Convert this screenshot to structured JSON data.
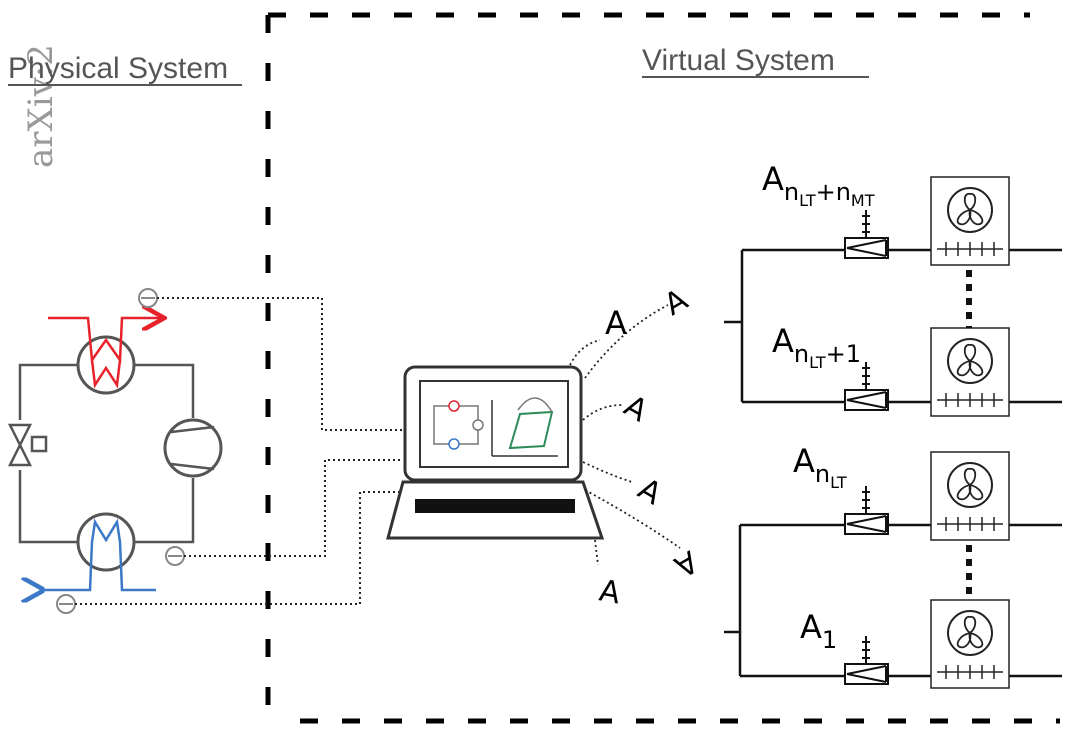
{
  "watermark": "arXiv:2",
  "physical_system": {
    "title": "Physical System"
  },
  "virtual_system": {
    "title": "Virtual System"
  },
  "signal_label": "A",
  "evaporator_labels": {
    "a_nlt_plus_nmt": {
      "base": "A",
      "sub1": "n",
      "sub1sub": "LT",
      "plus": "+",
      "sub2": "n",
      "sub2sub": "MT"
    },
    "a_nlt_plus_1": {
      "base": "A",
      "sub1": "n",
      "sub1sub": "LT",
      "tail": "+1"
    },
    "a_nlt": {
      "base": "A",
      "sub1": "n",
      "sub1sub": "LT"
    },
    "a_1": {
      "base": "A",
      "sub": "1"
    }
  },
  "colors": {
    "hot": "#e8222a",
    "cold": "#3b78c8",
    "line": "#333333",
    "dashed_border": "#000000",
    "sensor": "#888888"
  },
  "icons": [
    "condenser-icon",
    "evaporator-icon",
    "compressor-icon",
    "expansion-valve-icon",
    "laptop-icon",
    "fan-icon",
    "valve-icon",
    "sensor-icon"
  ]
}
